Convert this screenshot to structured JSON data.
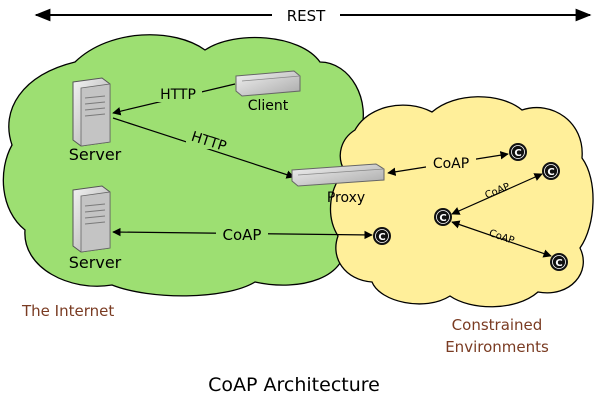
{
  "diagram": {
    "top_label": "REST",
    "caption": "CoAP Architecture",
    "zones": {
      "internet": {
        "label": "The Internet",
        "color": "#9ddf72"
      },
      "constrained": {
        "label_line1": "Constrained",
        "label_line2": "Environments",
        "color": "#ffef9a"
      }
    },
    "nodes": {
      "server_top": "Server",
      "server_bottom": "Server",
      "client": "Client",
      "proxy": "Proxy",
      "constrained_node": "C"
    },
    "edges": {
      "server_client": "HTTP",
      "server_proxy": "HTTP",
      "proxy_c1": "CoAP",
      "server_c": "CoAP",
      "c_c1": "CoAP",
      "c_c3": "CoAP"
    },
    "colors": {
      "zone_text": "#7a3b22",
      "device_gray": "#d0d0d0",
      "node_black": "#111111"
    }
  }
}
